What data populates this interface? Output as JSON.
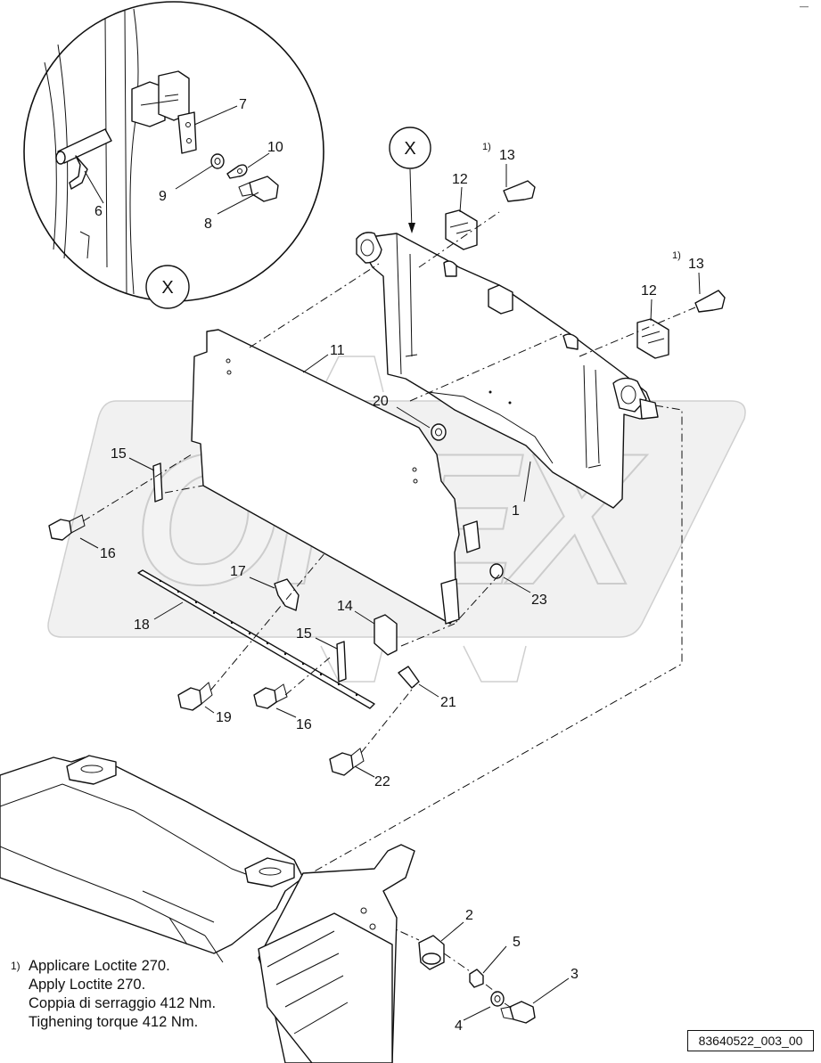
{
  "watermark": "OPEX",
  "detail_view": {
    "label": "X"
  },
  "detail_ref_marker": {
    "label": "X"
  },
  "callouts": [
    {
      "id": "c1",
      "label": "1"
    },
    {
      "id": "c2",
      "label": "2"
    },
    {
      "id": "c3",
      "label": "3"
    },
    {
      "id": "c4",
      "label": "4"
    },
    {
      "id": "c5",
      "label": "5"
    },
    {
      "id": "c6",
      "label": "6"
    },
    {
      "id": "c7",
      "label": "7"
    },
    {
      "id": "c8",
      "label": "8"
    },
    {
      "id": "c9",
      "label": "9"
    },
    {
      "id": "c10",
      "label": "10"
    },
    {
      "id": "c11",
      "label": "11"
    },
    {
      "id": "c12a",
      "label": "12"
    },
    {
      "id": "c12b",
      "label": "12"
    },
    {
      "id": "c13a",
      "label": "13",
      "note_ref": "1)"
    },
    {
      "id": "c13b",
      "label": "13",
      "note_ref": "1)"
    },
    {
      "id": "c14",
      "label": "14"
    },
    {
      "id": "c15a",
      "label": "15"
    },
    {
      "id": "c15b",
      "label": "15"
    },
    {
      "id": "c16a",
      "label": "16"
    },
    {
      "id": "c16b",
      "label": "16"
    },
    {
      "id": "c17",
      "label": "17"
    },
    {
      "id": "c18",
      "label": "18"
    },
    {
      "id": "c19",
      "label": "19"
    },
    {
      "id": "c20",
      "label": "20"
    },
    {
      "id": "c21",
      "label": "21"
    },
    {
      "id": "c22",
      "label": "22"
    },
    {
      "id": "c23",
      "label": "23"
    }
  ],
  "notes": {
    "marker": "1)",
    "lines": [
      "Applicare Loctite 270.",
      "Apply Loctite 270.",
      "Coppia di serraggio 412 Nm.",
      "Tighening torque 412 Nm."
    ]
  },
  "drawing_code": "83640522_003_00",
  "corner_mark": "‒‒"
}
